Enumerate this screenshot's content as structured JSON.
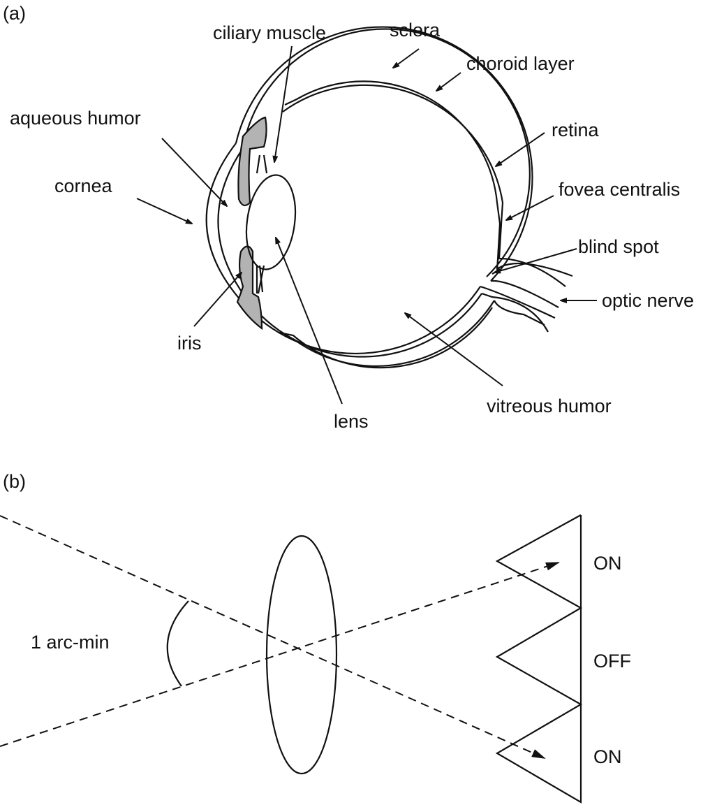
{
  "panel_a": {
    "tag": "(a)",
    "labels": {
      "ciliary_muscle": "ciliary muscle",
      "sclera": "sclera",
      "choroid_layer": "choroid layer",
      "aqueous_humor": "aqueous humor",
      "retina": "retina",
      "cornea": "cornea",
      "fovea_centralis": "fovea centralis",
      "blind_spot": "blind spot",
      "optic_nerve": "optic nerve",
      "iris": "iris",
      "lens": "lens",
      "vitreous_humor": "vitreous humor"
    },
    "colors": {
      "iris_fill": "#b3b3b3",
      "line": "#111111"
    }
  },
  "panel_b": {
    "tag": "(b)",
    "angle_label": "1 arc-min",
    "receptor_labels": [
      "ON",
      "OFF",
      "ON"
    ]
  }
}
